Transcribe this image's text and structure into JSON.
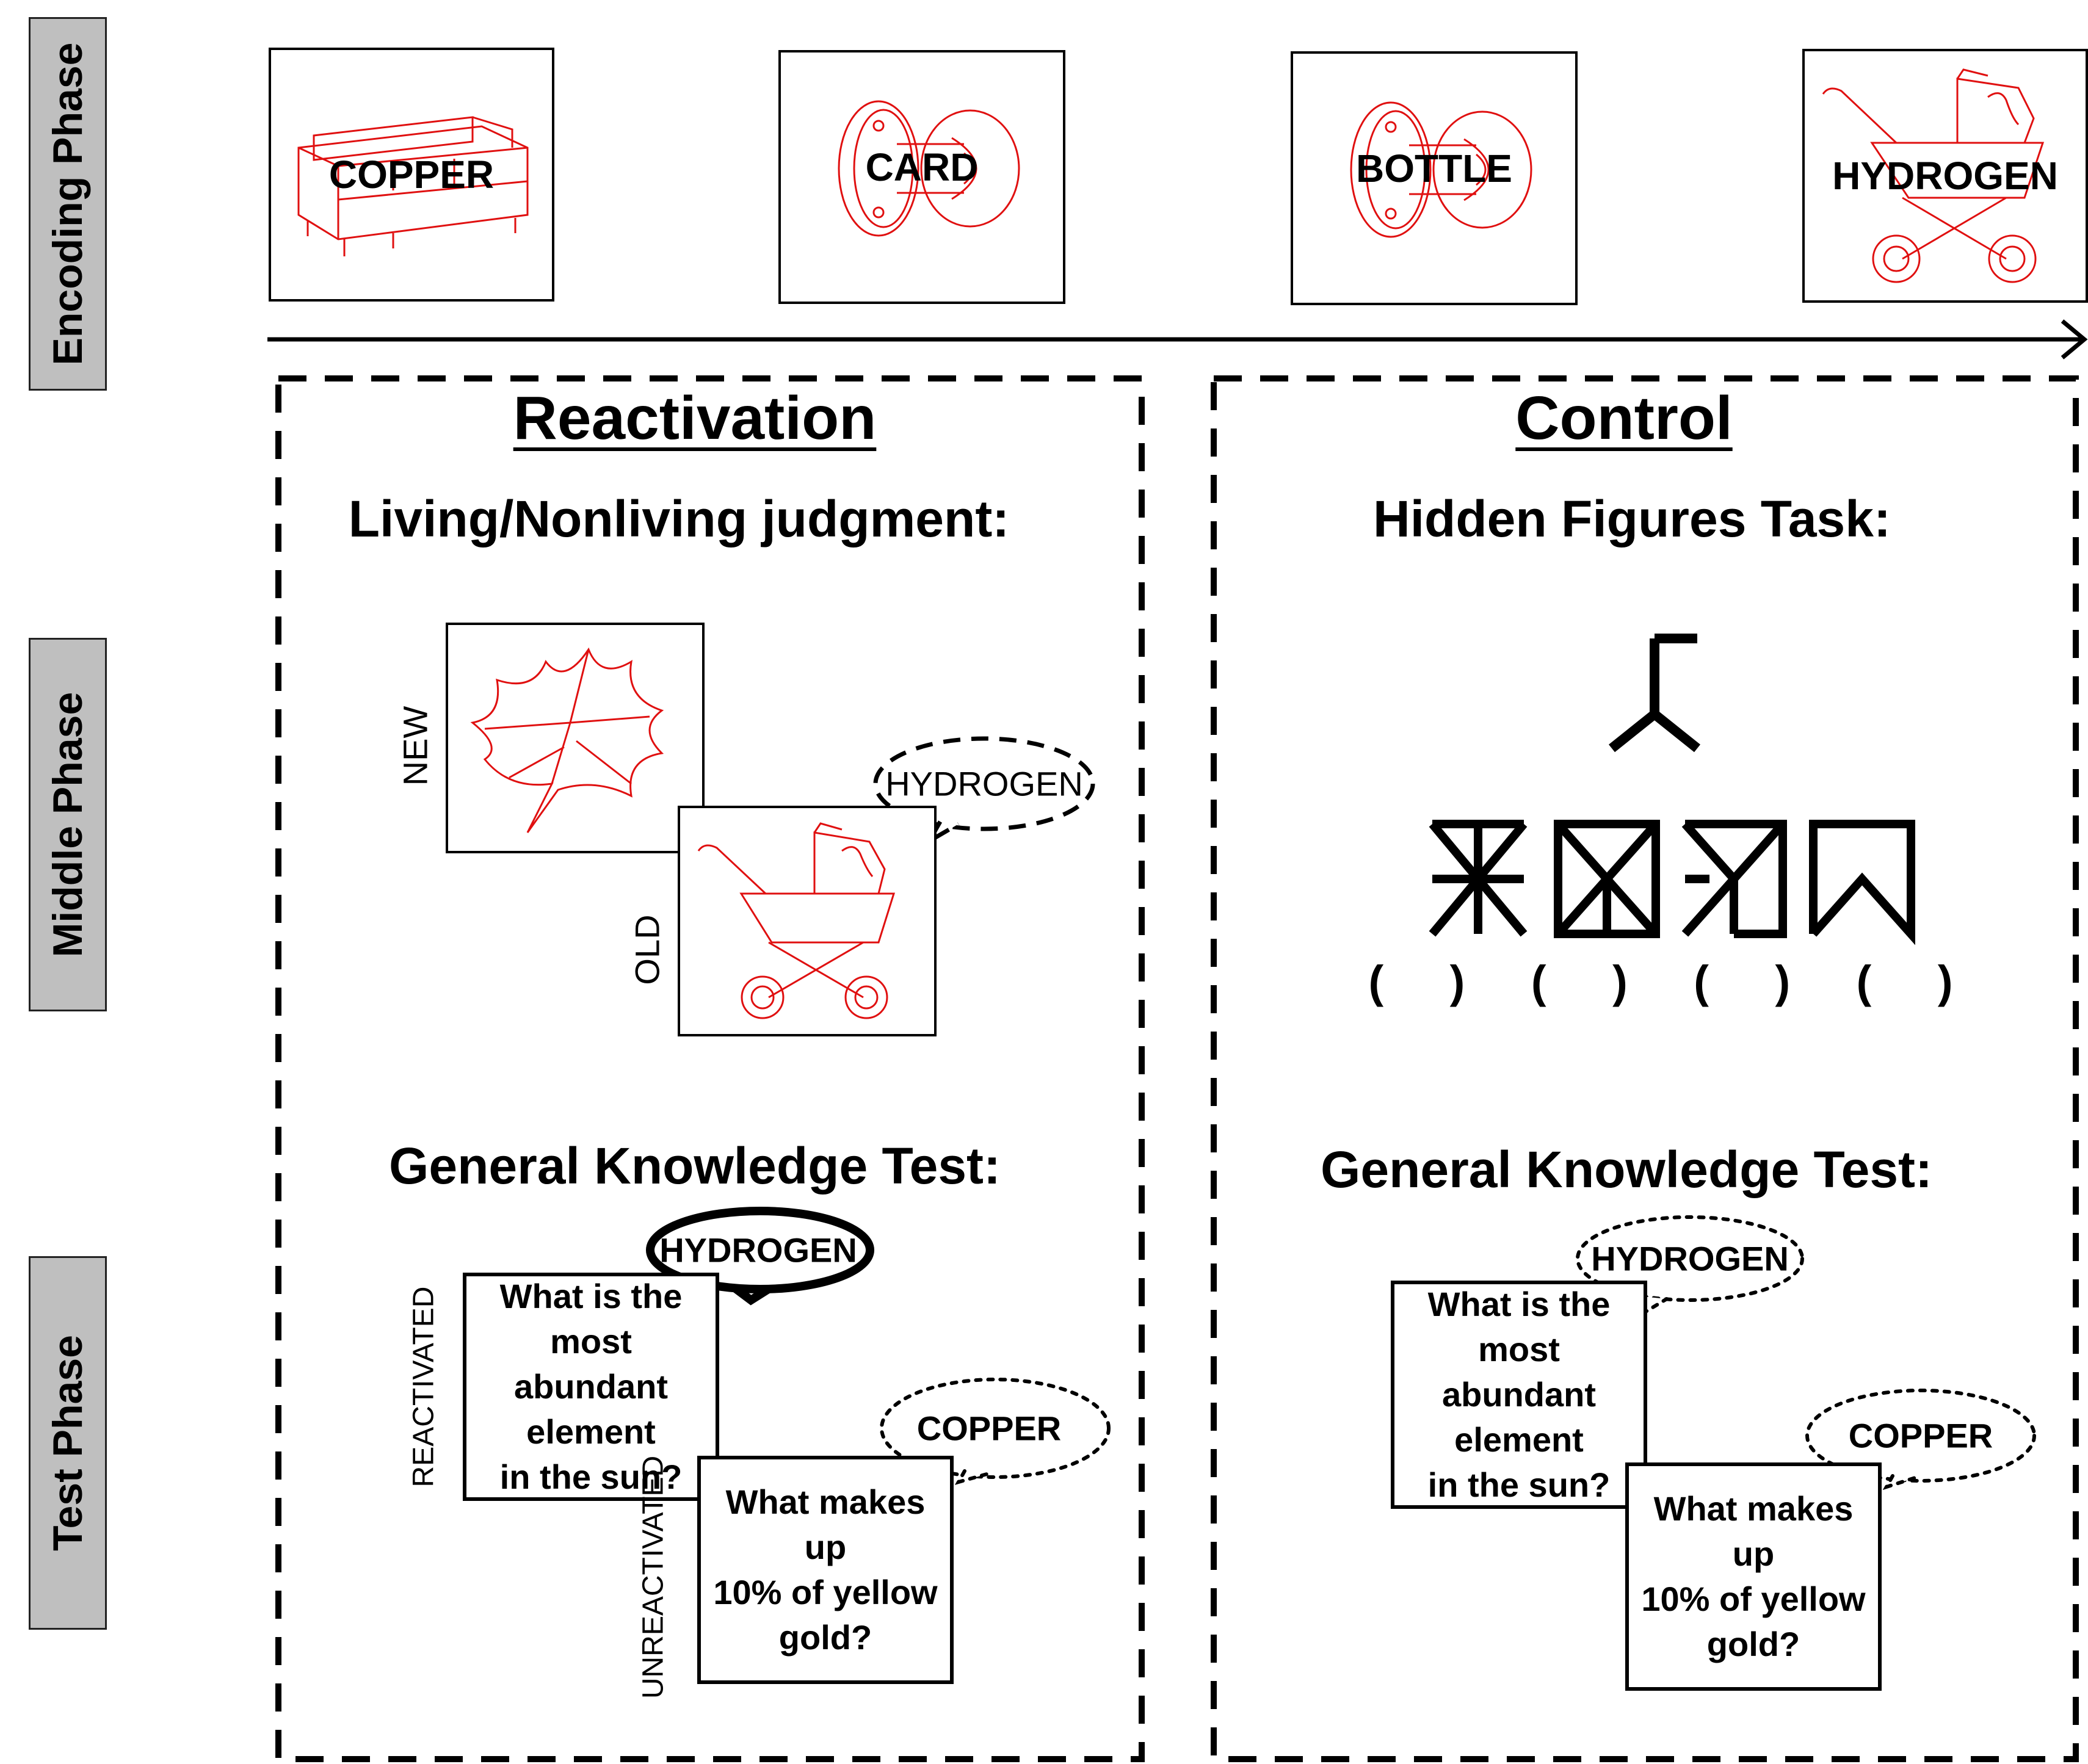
{
  "phases": {
    "encoding": "Encoding Phase",
    "middle": "Middle Phase",
    "test": "Test Phase"
  },
  "encoding_words": [
    "COPPER",
    "CARD",
    "BOTTLE",
    "HYDROGEN"
  ],
  "reactivation": {
    "title": "Reactivation",
    "task_title": "Living/Nonliving judgment:",
    "new_label": "NEW",
    "old_label": "OLD",
    "thought_word": "HYDROGEN",
    "test_title": "General Knowledge Test:",
    "reactivated_label": "REACTIVATED",
    "unreactivated_label": "UNREACTIVATED",
    "answer_strong": "HYDROGEN",
    "answer_weak": "COPPER",
    "q1": [
      "What is the",
      "most  abundant",
      "element",
      "in the sun?"
    ],
    "q2": [
      "What makes up",
      "10% of yellow",
      "gold?"
    ]
  },
  "control": {
    "title": "Control",
    "task_title": "Hidden Figures Task:",
    "choices": "( ) ( ) ( ) ( )",
    "test_title": "General Knowledge Test:",
    "answer_1": "HYDROGEN",
    "answer_2": "COPPER",
    "q1": [
      "What is the",
      "most  abundant",
      "element",
      "in the sun?"
    ],
    "q2": [
      "What makes up",
      "10% of yellow",
      "gold?"
    ]
  },
  "colors": {
    "drawing": "#e01010",
    "tab": "#bfbfbf",
    "ink": "#000000"
  }
}
